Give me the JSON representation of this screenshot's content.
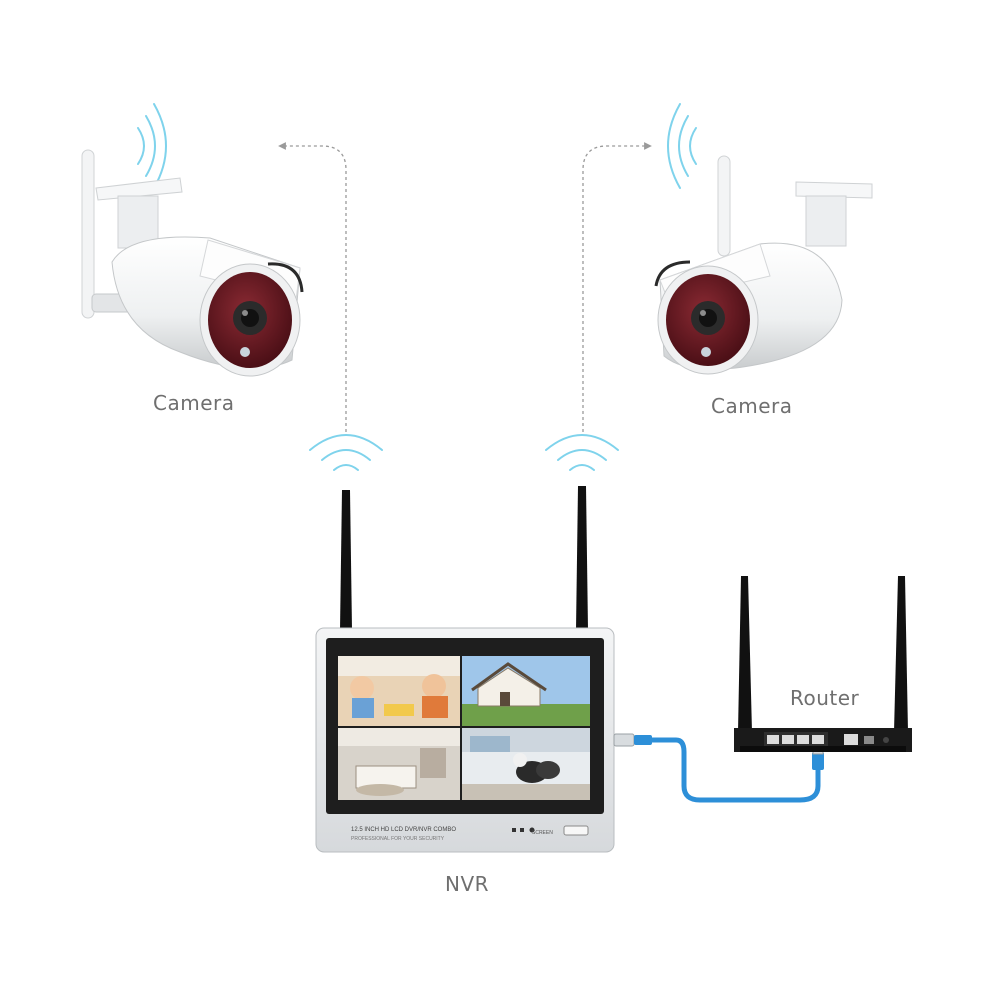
{
  "labels": {
    "camera_left": "Camera",
    "camera_right": "Camera",
    "router": "Router",
    "nvr": "NVR"
  },
  "nvr_panel": {
    "model_text": "12.5 INCH HD LCD DVR/NVR COMBO",
    "tagline_text": "PROFESSIONAL FOR YOUR SECURITY",
    "screen_button": "SCREEN"
  },
  "icons": {
    "camera": "bullet-camera-icon",
    "nvr": "monitor-icon",
    "router": "router-icon",
    "signal": "wifi-signal-icon"
  },
  "colors": {
    "connector_line": "#9a9a9a",
    "wifi_waves": "#7fd3ec",
    "ethernet_cable": "#2d8fd8",
    "label_text": "#6f6f6f",
    "camera_lens_ring": "#6b1a22",
    "nvr_frame": "#e6e8ea",
    "router_body": "#1a1a1a"
  }
}
